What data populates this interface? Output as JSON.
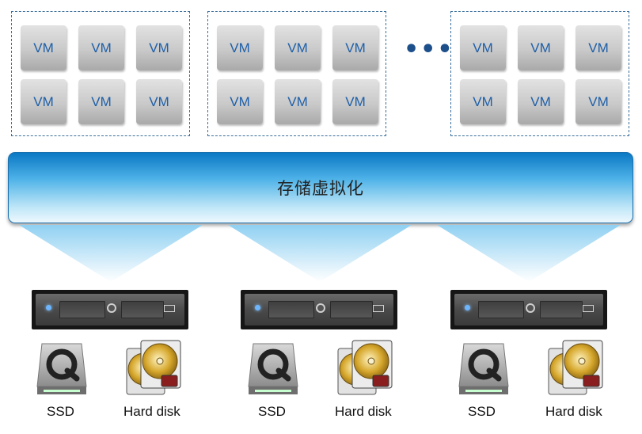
{
  "vm_label": "VM",
  "ellipsis": "•••",
  "storage_label": "存储虚拟化",
  "ssd_label": "SSD",
  "hdd_label": "Hard disk",
  "colors": {
    "vm_text": "#1e5fa8",
    "group_border": "#3b6f9c",
    "bar_top": "#0b78c4",
    "bar_bottom": "#eef8fd"
  },
  "icons": [
    "vm-box",
    "server-icon",
    "ssd-icon",
    "hard-disk-icon"
  ]
}
